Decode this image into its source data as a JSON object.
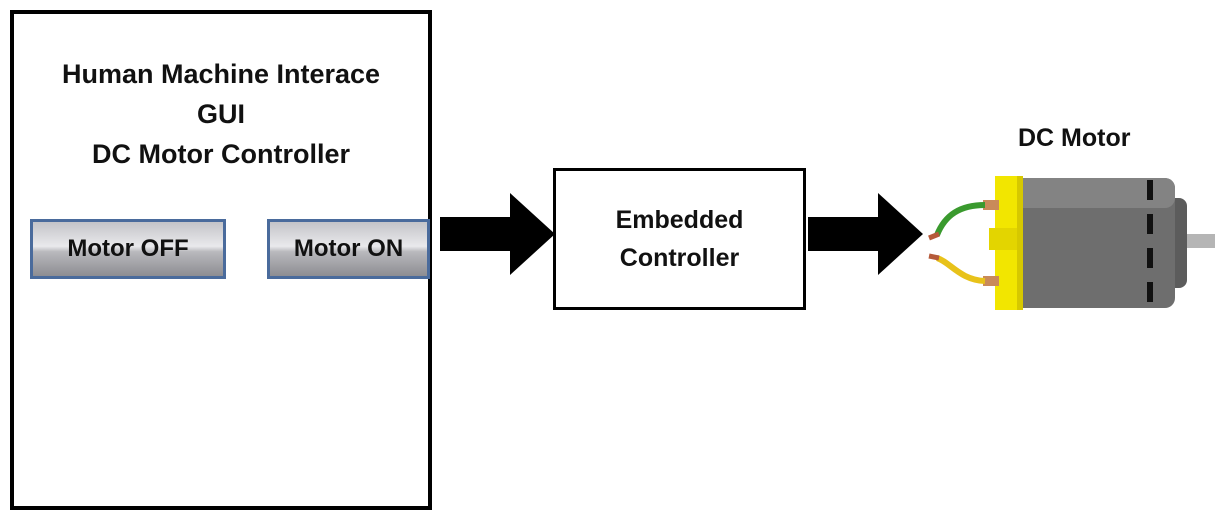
{
  "hmi": {
    "title_line1": "Human Machine Interace",
    "title_line2": "GUI",
    "title_line3": "DC Motor Controller",
    "buttons": {
      "off_label": "Motor OFF",
      "on_label": "Motor ON"
    }
  },
  "controller": {
    "line1": "Embedded",
    "line2": "Controller"
  },
  "motor": {
    "label": "DC Motor"
  },
  "colors": {
    "border": "#000000",
    "button_border": "#4a6b9c",
    "motor_body": "#6e6e6e",
    "motor_endcap": "#f2e600",
    "wire_green": "#3a9a2e",
    "wire_yellow": "#e8c21a"
  },
  "icons": {
    "arrow": "right-arrow-icon",
    "motor": "dc-motor-icon"
  }
}
